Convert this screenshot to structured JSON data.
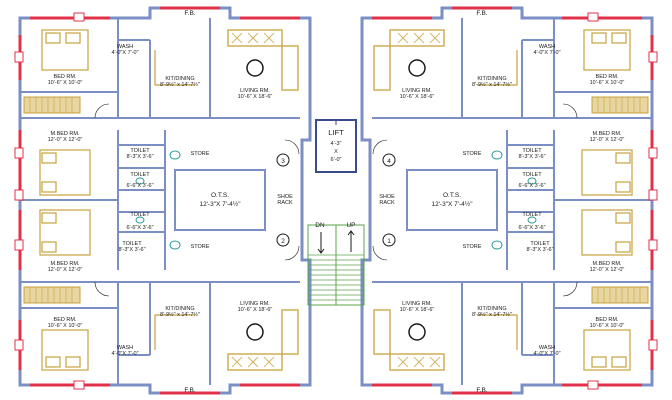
{
  "labels": {
    "fb": "F.B.",
    "wash": "WASH",
    "wash_dim": "4'-0\"X 7'-0\"",
    "bed": "BED RM.",
    "bed_dim": "10'-6\" X 10'-0\"",
    "kit": "KIT/DINING",
    "kit_dim": "8'-9½\" x 14'-7½\"",
    "living": "LIVING RM.",
    "living_dim": "10'-6\" X 18'-6\"",
    "mbed": "M.BED RM.",
    "mbed_dim": "12'-0\" X 12'-0\"",
    "toilet": "TOILET",
    "toilet_dim": "8'-3\"X 3'-6\"",
    "toilet_dim2": "6'-6\"X 3'-6\"",
    "store": "STORE",
    "ots": "O.T.S.",
    "ots_dim": "12'-3\"X 7'-4½\"",
    "shoe": "SHOE",
    "rack": "RACK",
    "lift": "LIFT",
    "lift_dim1": "4'-3\"",
    "lift_x": "X",
    "lift_dim2": "6'-0\"",
    "dn": "DN",
    "up": "UP",
    "flat1": "1",
    "flat2": "2",
    "flat3": "3",
    "flat4": "4"
  },
  "colors": {
    "wall": "#7b8fc4",
    "wall_dark": "#3b4a8a",
    "window": "#e0304a",
    "furniture": "#c9a23c",
    "furniture_light": "#e8d6a0",
    "fixture": "#2b9b9b",
    "stair": "#5aa54a"
  }
}
